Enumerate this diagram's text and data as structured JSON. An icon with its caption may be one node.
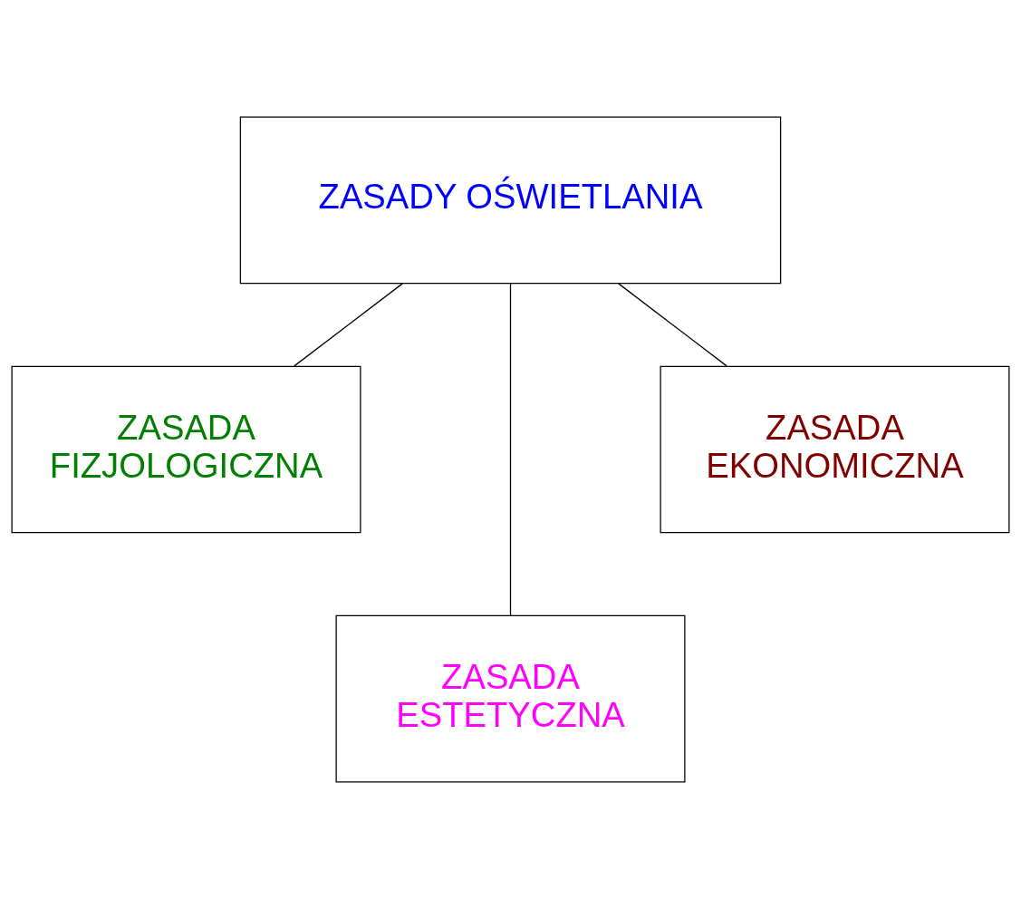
{
  "diagram": {
    "nodes": [
      {
        "text": [
          "ZASADY OŚWIETLANIA"
        ]
      },
      {
        "text": [
          "ZASADA FIZJOLOGICZNA"
        ]
      },
      {
        "text": [
          "ZASADA EKONOMICZNA"
        ]
      },
      {
        "text": [
          "ZASADA ESTETYCZNA"
        ]
      }
    ],
    "edges": [
      {
        "from": 0,
        "to": 1,
        "arrow": "none"
      },
      {
        "from": 0,
        "to": 3,
        "arrow": "none"
      },
      {
        "from": 0,
        "to": 2,
        "arrow": "none"
      }
    ]
  }
}
